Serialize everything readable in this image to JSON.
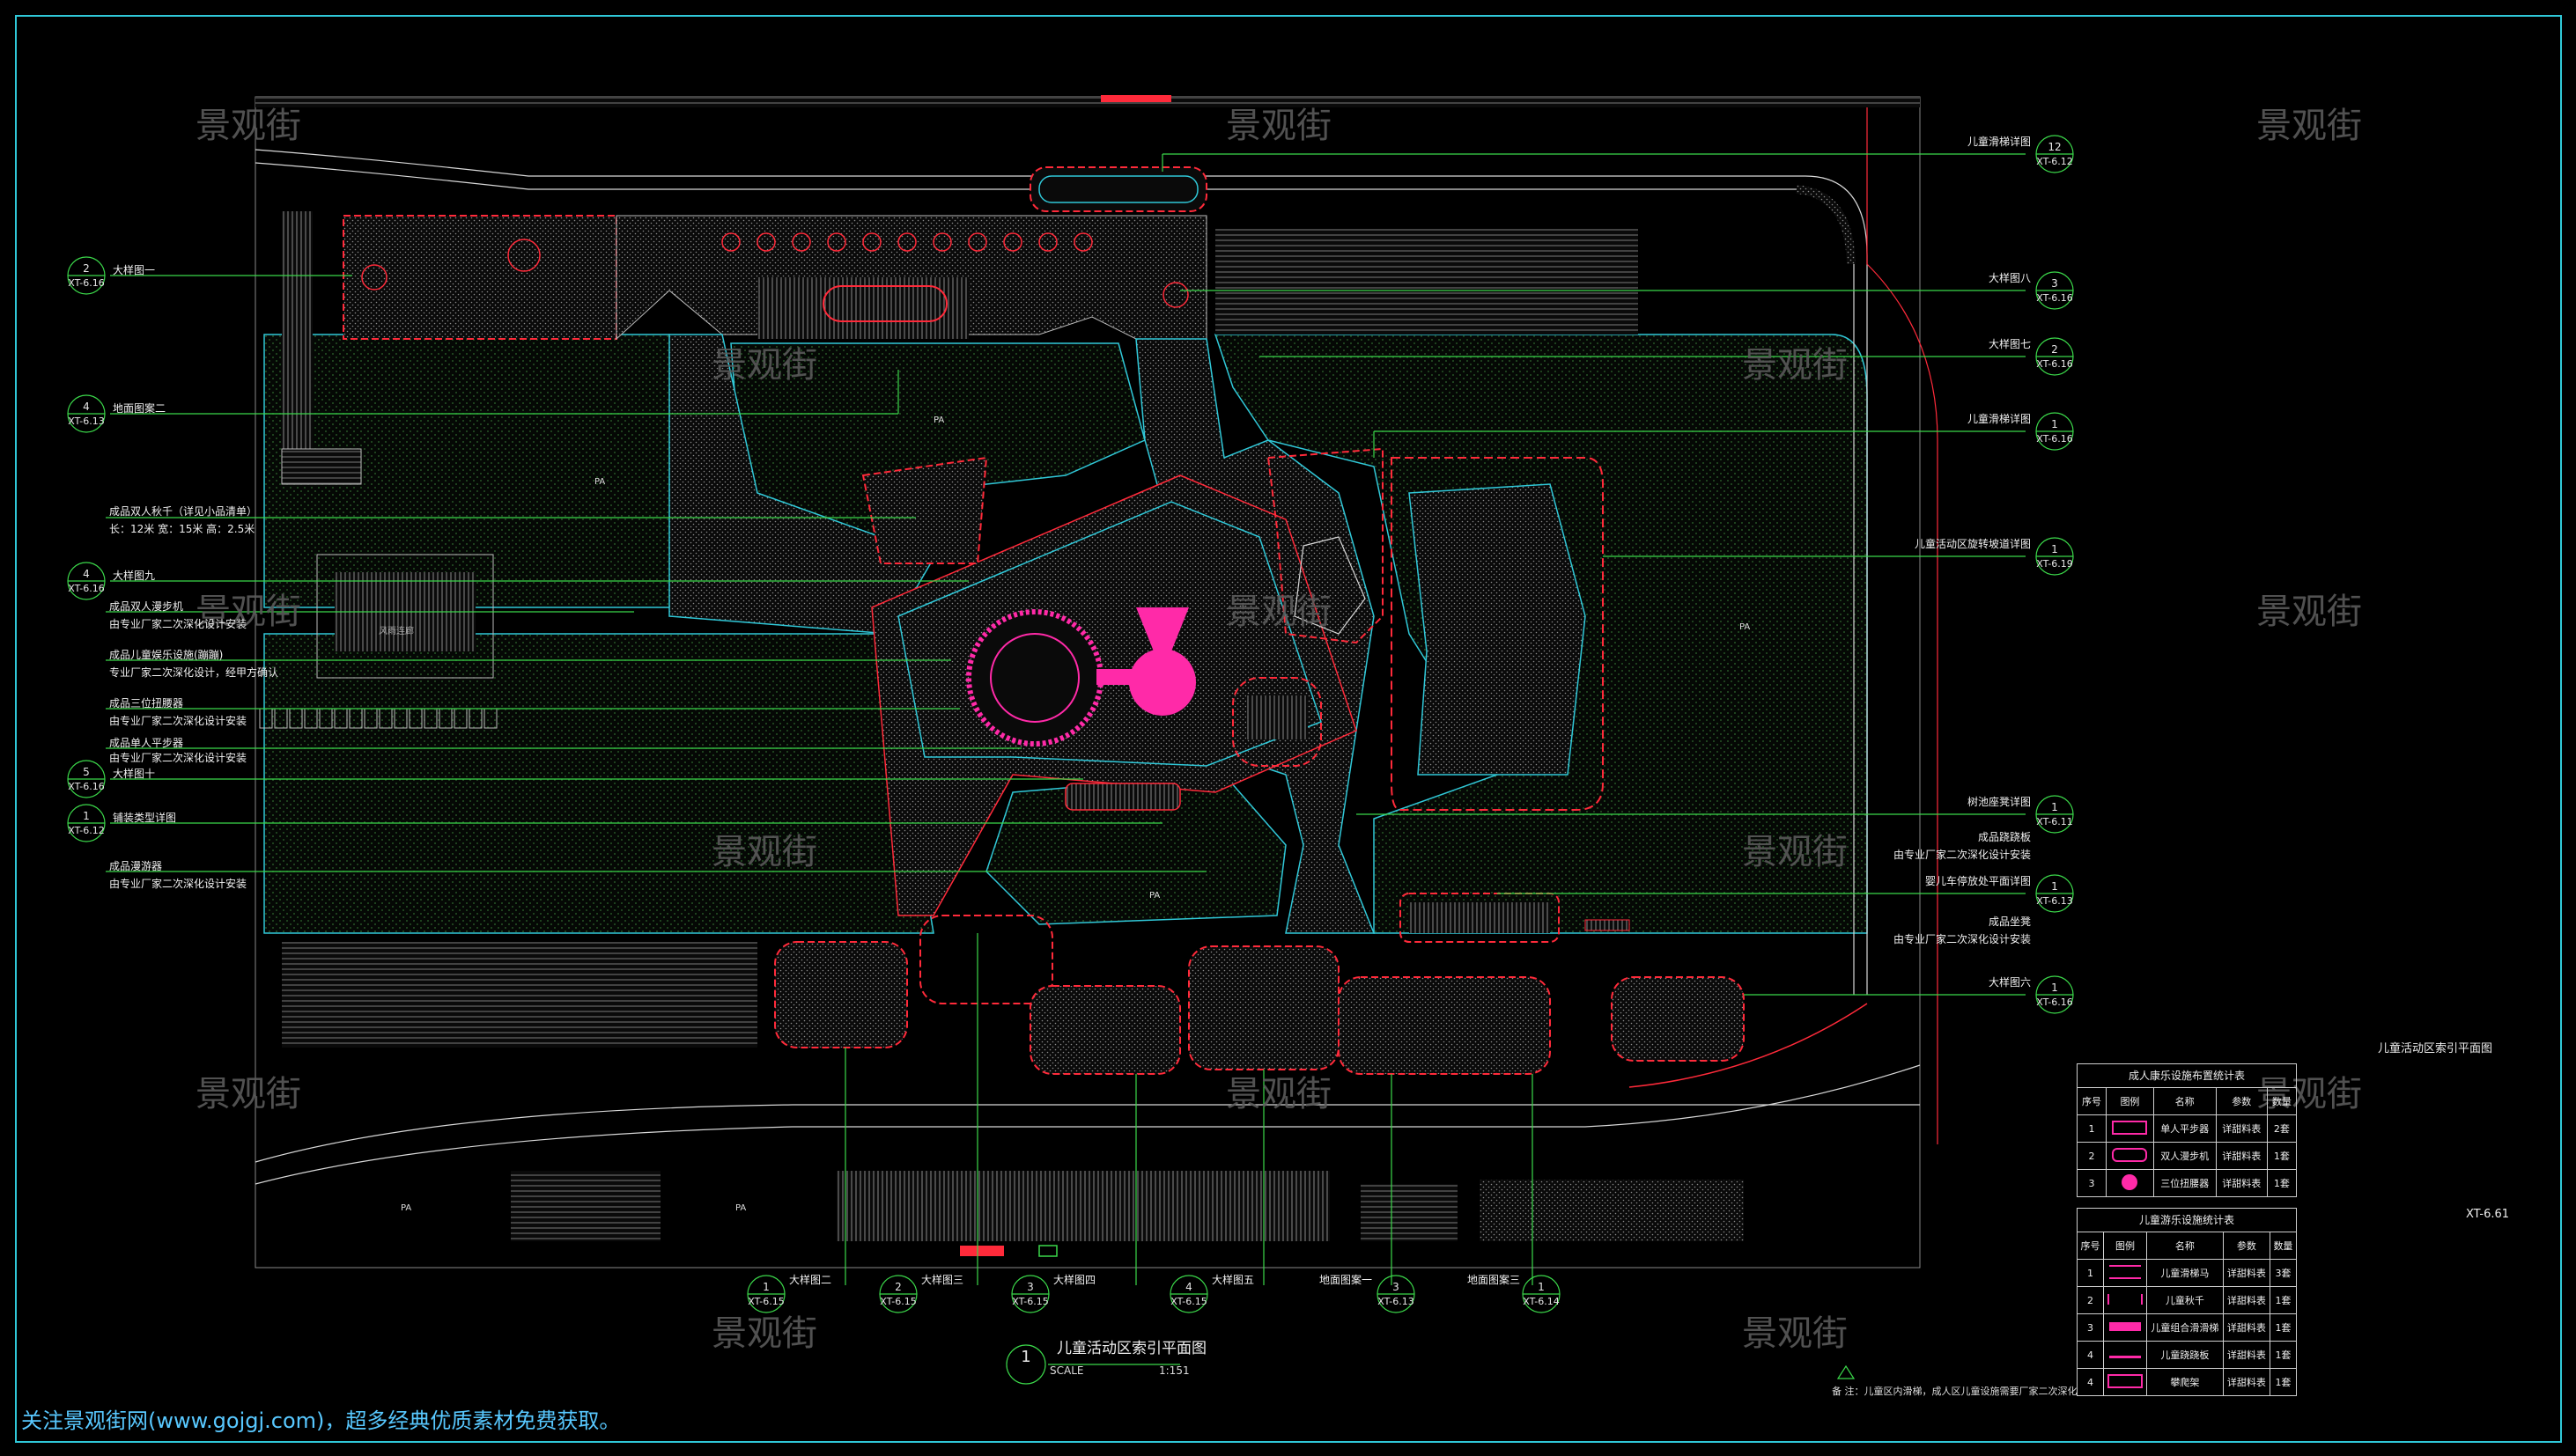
{
  "drawing": {
    "watermark": "景观街",
    "footer_text": "关注景观街网(www.gojgj.com)，超多经典优质素材免费获取。",
    "main_title": "儿童活动区索引平面图",
    "main_title_number": "1",
    "scale_label": "SCALE",
    "scale_value": "1:151",
    "sheet_title": "儿童活动区索引平面图",
    "sheet_number": "XT-6.61",
    "note": "备 注：儿童区内滑梯，成人区儿童设施需要厂家二次深化",
    "pa_label": "PA",
    "pavilion_label": "风雨连廊"
  },
  "left_callouts": [
    {
      "num": "2",
      "ref": "XT-6.16",
      "text": "大样图一"
    },
    {
      "num": "4",
      "ref": "XT-6.13",
      "text": "地面图案二"
    },
    {
      "num": "4",
      "ref": "XT-6.16",
      "text": "大样图九"
    },
    {
      "num": "5",
      "ref": "XT-6.16",
      "text": "大样图十"
    },
    {
      "num": "1",
      "ref": "XT-6.12",
      "text": "铺装类型详图"
    }
  ],
  "left_notes": [
    "成品双人秋千（详见小品清单）",
    "长：12米 宽：15米 高：2.5米",
    "成品双人漫步机",
    "由专业厂家二次深化设计安装",
    "成品儿童娱乐设施(蹦蹦)",
    "专业厂家二次深化设计，经甲方确认",
    "成品三位扭腰器",
    "由专业厂家二次深化设计安装",
    "成品单人平步器",
    "由专业厂家二次深化设计安装",
    "成品漫游器",
    "由专业厂家二次深化设计安装"
  ],
  "right_callouts": [
    {
      "num": "12",
      "ref": "XT-6.12",
      "text": "儿童滑梯详图"
    },
    {
      "num": "3",
      "ref": "XT-6.16",
      "text": "大样图八"
    },
    {
      "num": "2",
      "ref": "XT-6.16",
      "text": "大样图七"
    },
    {
      "num": "1",
      "ref": "XT-6.16",
      "text": "儿童滑梯详图"
    },
    {
      "num": "1",
      "ref": "XT-6.19",
      "text": "儿童活动区旋转坡道详图"
    },
    {
      "num": "1",
      "ref": "XT-6.11",
      "text": "树池座凳详图"
    },
    {
      "num": "1",
      "ref": "XT-6.13",
      "text": "婴儿车停放处平面详图"
    },
    {
      "num": "1",
      "ref": "XT-6.16",
      "text": "大样图六"
    }
  ],
  "right_notes": [
    "成品跷跷板",
    "由专业厂家二次深化设计安装",
    "成品坐凳",
    "由专业厂家二次深化设计安装"
  ],
  "bottom_callouts": [
    {
      "num": "1",
      "ref": "XT-6.15",
      "text": "大样图二"
    },
    {
      "num": "2",
      "ref": "XT-6.15",
      "text": "大样图三"
    },
    {
      "num": "3",
      "ref": "XT-6.15",
      "text": "大样图四"
    },
    {
      "num": "4",
      "ref": "XT-6.15",
      "text": "大样图五"
    },
    {
      "num": "3",
      "ref": "XT-6.13",
      "text": "地面图案一"
    },
    {
      "num": "1",
      "ref": "XT-6.14",
      "text": "地面图案三"
    }
  ],
  "table_adult": {
    "title": "成人康乐设施布置统计表",
    "headers": [
      "序号",
      "图例",
      "名称",
      "参数",
      "数量"
    ],
    "rows": [
      [
        "1",
        "",
        "单人平步器",
        "详甜料表",
        "2套"
      ],
      [
        "2",
        "",
        "双人漫步机",
        "详甜料表",
        "1套"
      ],
      [
        "3",
        "",
        "三位扭腰器",
        "详甜料表",
        "1套"
      ]
    ]
  },
  "table_kids": {
    "title": "儿童游乐设施统计表",
    "headers": [
      "序号",
      "图例",
      "名称",
      "参数",
      "数量"
    ],
    "rows": [
      [
        "1",
        "",
        "儿童滑梯马",
        "详甜料表",
        "3套"
      ],
      [
        "2",
        "",
        "儿童秋千",
        "详甜料表",
        "1套"
      ],
      [
        "3",
        "",
        "儿童组合滑滑梯",
        "详甜料表",
        "1套"
      ],
      [
        "4",
        "",
        "儿童跷跷板",
        "详甜料表",
        "1套"
      ],
      [
        "4",
        "",
        "攀爬架",
        "详甜料表",
        "1套"
      ]
    ]
  },
  "colors": {
    "frame": "#30c8d8",
    "red": "#ff2a3a",
    "magenta": "#ff2aa8",
    "green": "#3bd84a",
    "cyan": "#34d8e8",
    "white": "#e8e8e8",
    "watermark": "#5a5a5a"
  }
}
